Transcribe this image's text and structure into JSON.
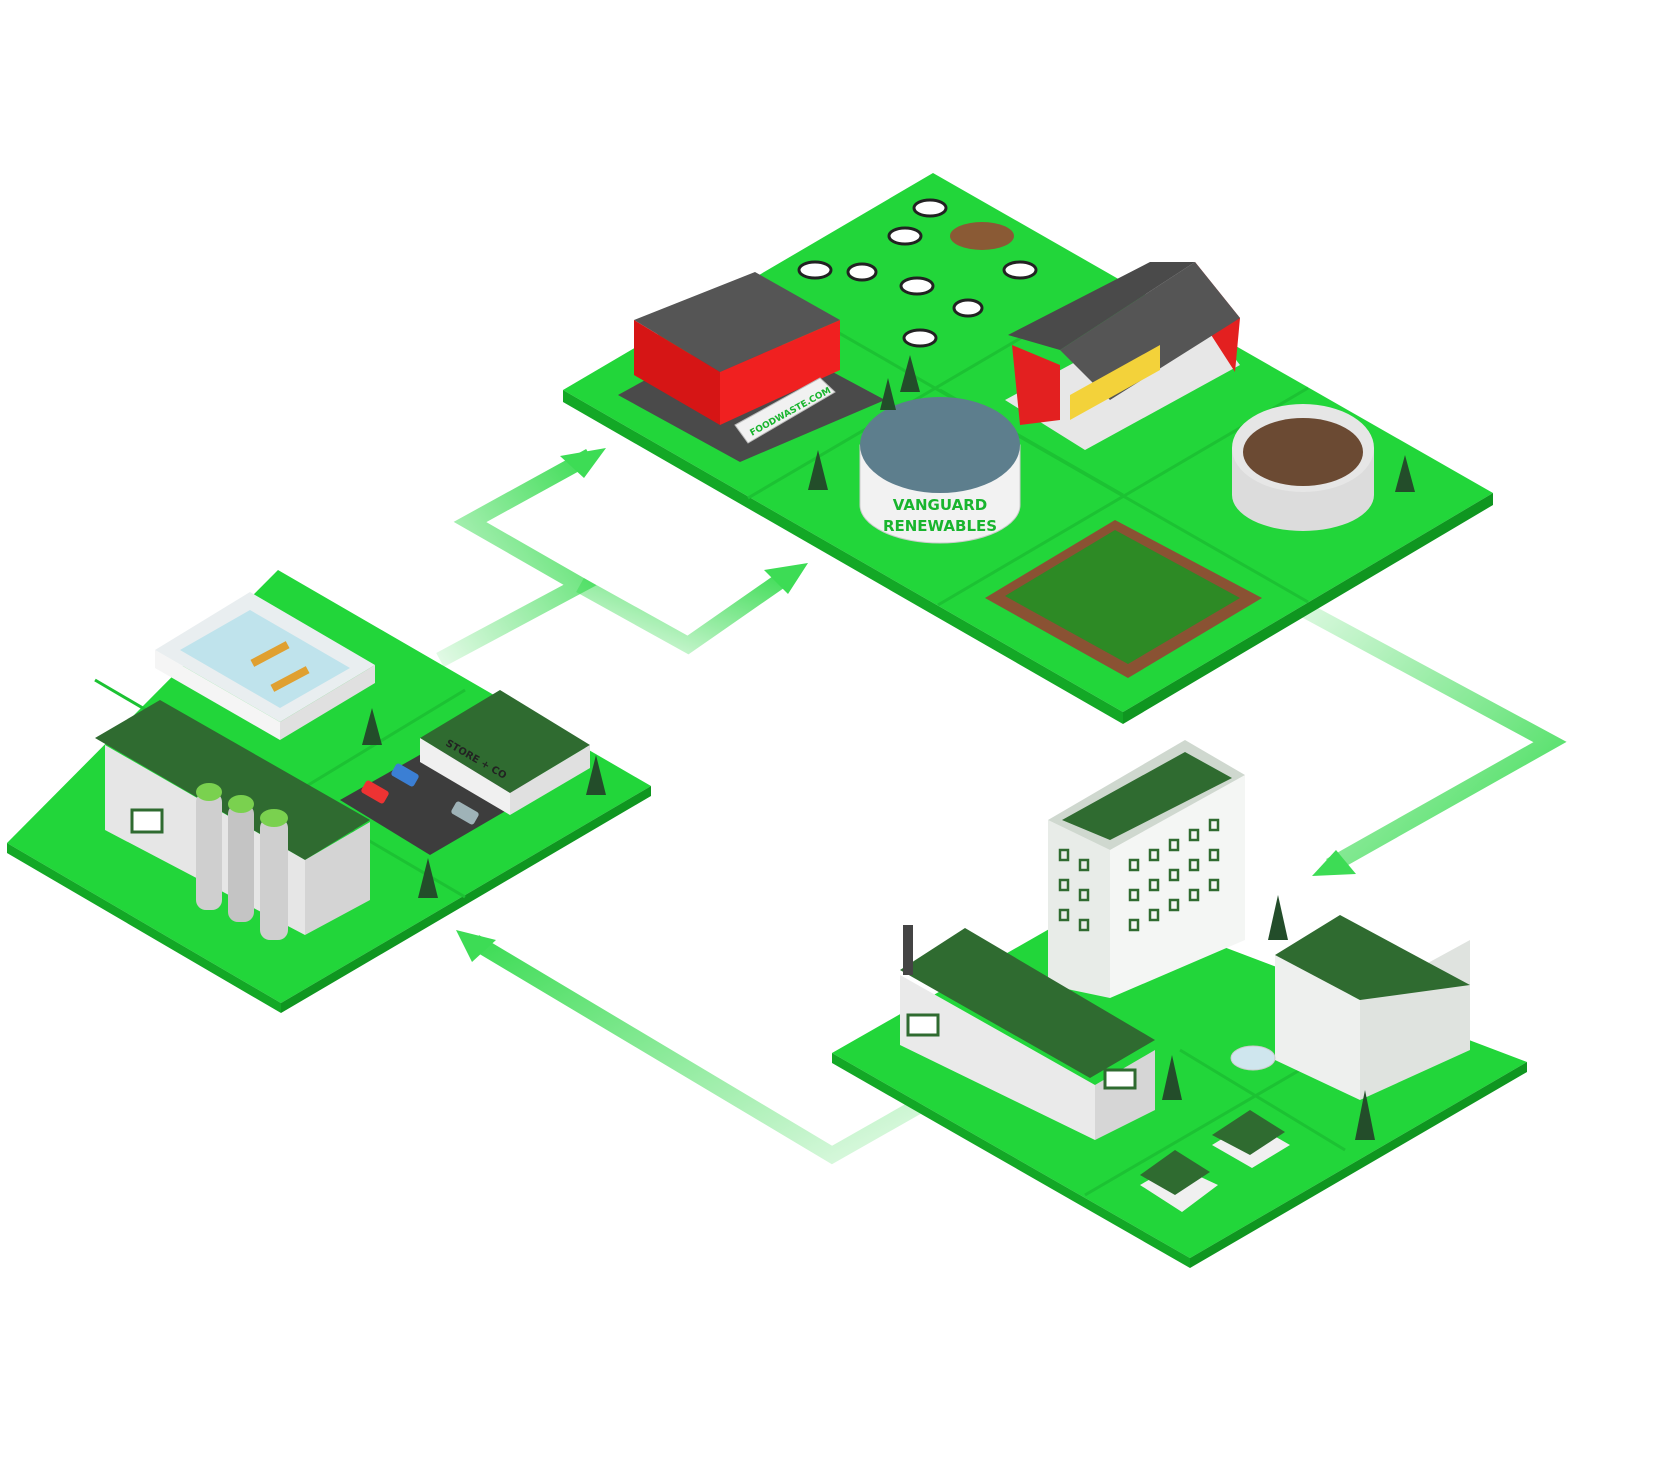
{
  "diagram": {
    "farm": {
      "digester_label_line1": "VANGUARD",
      "digester_label_line2": "RENEWABLES",
      "truck_label": "FOODWASTE.COM"
    },
    "food_producers": {
      "store_sign": "STORE + CO"
    },
    "colors": {
      "grass": "#22d63a",
      "grass_dark": "#16b52c",
      "arrow": "#3ddc55",
      "barn_red": "#e01b1b",
      "roof_dark": "#2f6b30"
    }
  }
}
